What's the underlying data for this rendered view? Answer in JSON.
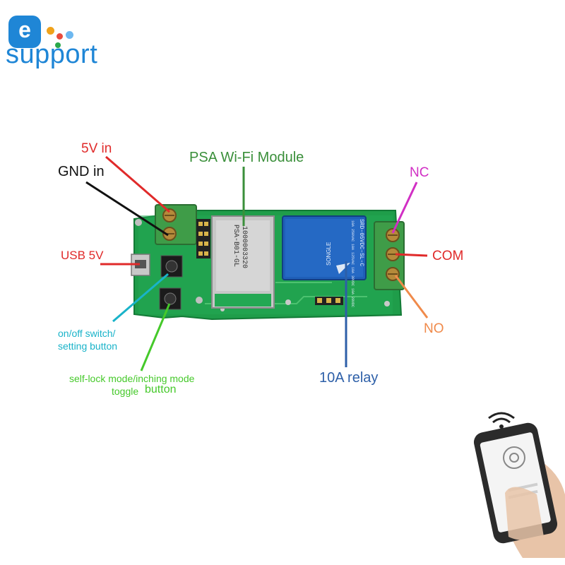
{
  "logo": {
    "letter": "e",
    "word": "support",
    "colors": {
      "brand": "#1f86d6",
      "dot1": "#f0a21a",
      "dot2": "#e94b3c",
      "dot3": "#2aa84a",
      "dot4": "#6db8f0"
    }
  },
  "labels": {
    "v5_in": "5V in",
    "gnd_in": "GND in",
    "usb_5v": "USB 5V",
    "switch_line1": "on/off switch/",
    "switch_line2": "setting button",
    "toggle_line1": "self-lock mode/inching mode",
    "toggle_line2": "toggle",
    "toggle_line3": "button",
    "wifi_module": "PSA Wi-Fi Module",
    "relay": "10A relay",
    "nc": "NC",
    "com": "COM",
    "no": "NO"
  },
  "board_text": {
    "module_model": "PSA-B01-GL",
    "module_id": "1000003320",
    "relay_model": "SRD-05VDC-SL-C",
    "relay_rating": "10A 250VAC 10A 125VAC 10A 30VDC 10A 28VDC",
    "relay_brand": "SONGLE"
  },
  "label_colors": {
    "v5_in": "#e02a2a",
    "gnd_in": "#111111",
    "usb_5v": "#e02a2a",
    "switch": "#19b3c9",
    "toggle": "#45c92a",
    "wifi_module": "#3a8f3a",
    "relay": "#2d5fa8",
    "nc": "#d12fc4",
    "com": "#e02a2a",
    "no": "#f08a4a"
  }
}
